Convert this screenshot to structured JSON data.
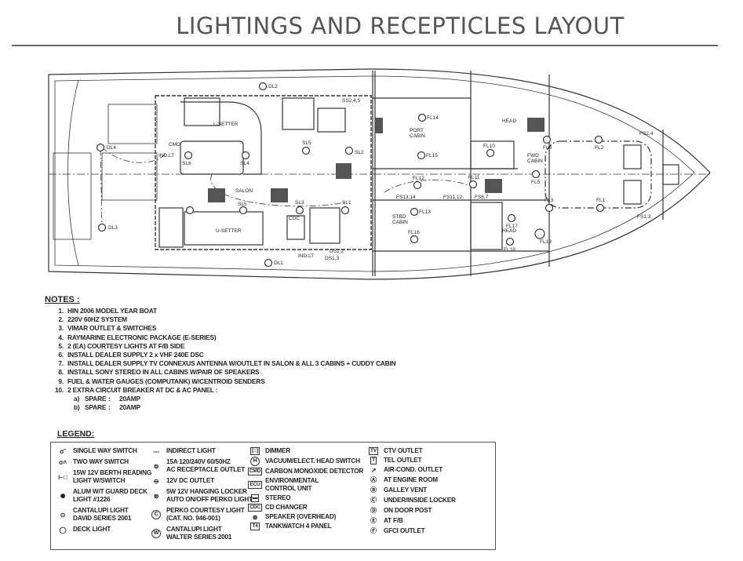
{
  "title": "LIGHTINGS AND RECEPTICLES LAYOUT",
  "plan": {
    "labels": {
      "salon": "SALON",
      "port_cabin": "PORT\nCABIN",
      "stbd_cabin": "STBD\nCABIN",
      "fwd_cabin": "FWD\nCABIN",
      "head_fwd": "HEAD",
      "head_aft": "HEAD",
      "dl1": "DL1",
      "dl2": "DL2",
      "dl3": "DL3",
      "dl4": "DL4",
      "sl1": "SL1",
      "sl2": "SL2",
      "sl3": "SL3",
      "sl4": "SL4",
      "sl5a": "SL5",
      "sl5b": "SL5",
      "sl6": "SL6",
      "fl1": "FL1",
      "fl2": "FL2",
      "fl3": "FL3",
      "fl4": "FL4",
      "fl5": "FL5",
      "fl10": "FL10",
      "fl11": "FL11",
      "fl12": "FL12",
      "fl13": "FL13",
      "fl14": "FL14",
      "fl15": "FL15",
      "fl16": "FL16",
      "fl17": "FL17",
      "fl18": "FL18",
      "fl19": "FL19",
      "fs24": "FS2,4",
      "fs13": "FS1,3",
      "fs1112": "FS11,12",
      "fs67": "FS6,7",
      "fs1314": "FS13,14",
      "ss245": "SS2,4,5",
      "indlt1": "IND.LT",
      "indlt2": "IND.LT",
      "ds12": "DS1,2",
      "ds13": "DS1,3",
      "cdc": "CDC",
      "cmd": "CMD",
      "lsetter": "L-SETTER",
      "usetter": "U-SETTER"
    }
  },
  "notes": {
    "heading": "NOTES :",
    "items": [
      "HIN 2006 MODEL YEAR BOAT",
      "220V 60HZ SYSTEM",
      "VIMAR OUTLET & SWITCHES",
      "RAYMARINE ELECTRONIC PACKAGE (E-SERIES)",
      "2 (EA) COURTESY LIGHTS AT F/B SIDE",
      "INSTALL DEALER SUPPLY 2 x VHF 240E DSC",
      "INSTALL DEALER SUPPLY TV CONNEXUS ANTENNA W/OUTLET IN SALON & ALL 3 CABINS + CUDDY CABIN",
      "INSTALL SONY STEREO IN ALL CABINS W/PAIR OF SPEAKERS",
      "FUEL & WATER GAUGES (COMPUTANK) W/CENTROID SENDERS",
      "2 EXTRA CIRCUIT BREAKER AT DC & AC PANEL :"
    ],
    "numbers": [
      "1.",
      "2.",
      "3.",
      "4.",
      "5.",
      "6.",
      "7.",
      "8.",
      "9.",
      "10."
    ],
    "sub": [
      {
        "letter": "a)",
        "name": "SPARE",
        "sep": ":",
        "value": "20AMP"
      },
      {
        "letter": "b)",
        "name": "SPARE",
        "sep": ":",
        "value": "20AMP"
      }
    ]
  },
  "legend": {
    "heading": "LEGEND:",
    "columns": [
      [
        {
          "icon": "σ˜",
          "label": "SINGLE WAY SWITCH"
        },
        {
          "icon": "σ˄",
          "label": "TWO WAY SWITCH"
        },
        {
          "icon": "⊢□",
          "label": "15W 12V BERTH READING\nLIGHT W/SWITCH"
        },
        {
          "icon": "✺",
          "label": "ALUM W/T GUARD DECK\nLIGHT #1226"
        },
        {
          "icon": "⊙",
          "label": "CANTALUPI LIGHT\nDAVID SERIES 2001"
        },
        {
          "icon": "◯",
          "label": "DECK LIGHT"
        }
      ],
      [
        {
          "icon": "---",
          "label": "INDIRECT LIGHT"
        },
        {
          "icon": "⊜",
          "label": "15A 120/240V 60/50HZ\nAC RECEPTACLE OUTLET"
        },
        {
          "icon": "⊖",
          "label": "12V DC OUTLET"
        },
        {
          "icon": "⊗",
          "label": "5W 12V HANGING LOCKER\nAUTO ON/OFF PERKO LIGHT"
        },
        {
          "icon": "C",
          "label": "PERKO COURTESY LIGHT\n(CAT. NO. 946-001)"
        },
        {
          "icon": "W",
          "label": "CANTALUPI LIGHT\nWALTER SERIES 2001"
        }
      ],
      [
        {
          "icon": "[::]",
          "label": "DIMMER"
        },
        {
          "icon": "H",
          "label": "VACUUM/ELECT. HEAD SWITCH"
        },
        {
          "icon": "CMD",
          "label": "CARBON MONOXIDE DETECTOR"
        },
        {
          "icon": "ECU",
          "label": "ENVIRONMENTAL\nCONTROL UNIT"
        },
        {
          "icon": "▬",
          "label": "STEREO"
        },
        {
          "icon": "CDC",
          "label": "CD CHANGER"
        },
        {
          "icon": "⊛",
          "label": "SPEAKER (OVERHEAD)"
        },
        {
          "icon": "T4",
          "label": "TANKWATCH 4 PANEL"
        }
      ],
      [
        {
          "icon": "TV",
          "label": "CTV OUTLET"
        },
        {
          "icon": "T",
          "label": "TEL OUTLET"
        },
        {
          "icon": "↗",
          "label": "AIR-COND. OUTLET"
        },
        {
          "icon": "Ⓐ",
          "label": "AT ENGINE ROOM"
        },
        {
          "icon": "Ⓑ",
          "label": "GALLEY VENT"
        },
        {
          "icon": "Ⓒ",
          "label": "UNDER/INSIDE LOCKER"
        },
        {
          "icon": "Ⓓ",
          "label": "ON DOOR POST"
        },
        {
          "icon": "Ⓔ",
          "label": "AT F/B"
        },
        {
          "icon": "Ⓕ",
          "label": "GFCI OUTLET"
        }
      ]
    ]
  }
}
